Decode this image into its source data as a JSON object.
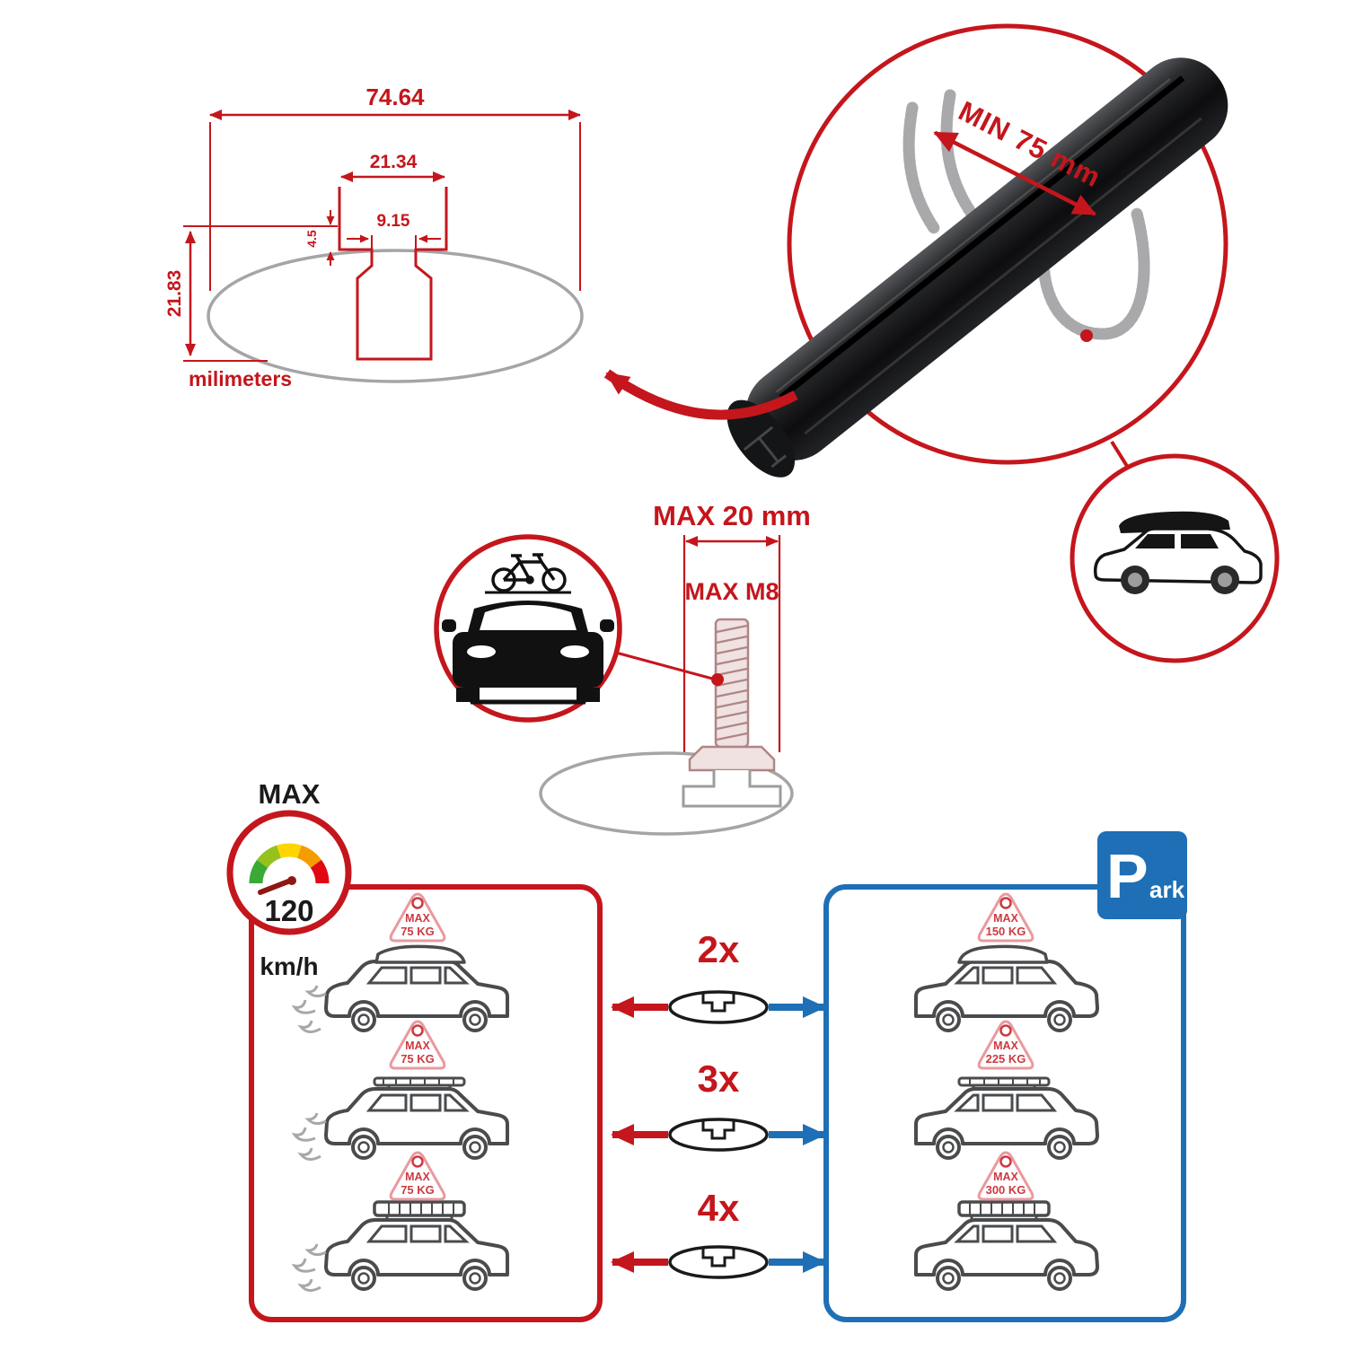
{
  "colors": {
    "red": "#c4161c",
    "blue": "#1e6fb5",
    "light_red": "#e89a9e",
    "gray": "#9d9d9c",
    "dark": "#1a1a1a"
  },
  "cross_section": {
    "total_width": "74.64",
    "channel_width": "21.34",
    "slot_width": "9.15",
    "slot_depth": "4.5",
    "total_height": "21.83",
    "units": "milimeters"
  },
  "bar_detail": {
    "min_label": "MIN 75 mm"
  },
  "bolt_detail": {
    "width_label": "MAX 20 mm",
    "thread_label": "MAX M8"
  },
  "speedometer": {
    "title": "MAX",
    "value": "120",
    "unit": "km/h"
  },
  "park_sign": {
    "initial": "P",
    "rest": "ark"
  },
  "load_tag_title": "MAX",
  "rows": [
    {
      "multiplier": "2x",
      "driving_load": "75 KG",
      "parked_load": "150 KG"
    },
    {
      "multiplier": "3x",
      "driving_load": "75 KG",
      "parked_load": "225 KG"
    },
    {
      "multiplier": "4x",
      "driving_load": "75 KG",
      "parked_load": "300 KG"
    }
  ]
}
